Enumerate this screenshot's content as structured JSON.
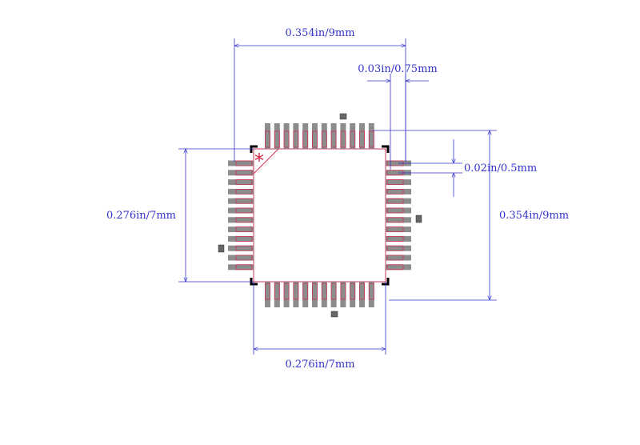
{
  "colors": {
    "dimension": "#3333cc",
    "pad_fill": "#8c8c8c",
    "pad_outline": "#cc3355",
    "body_outline": "#cc3355",
    "corner_mark": "#000000",
    "pin1_marker": "#cc2244"
  },
  "dimensions": {
    "top_width": "0.354in/9mm",
    "pad_width": "0.03in/0.75mm",
    "pitch": "0.02in/0.5mm",
    "right_height": "0.354in/9mm",
    "left_height": "0.276in/7mm",
    "bottom_width": "0.276in/7mm"
  },
  "package": {
    "pins_per_side": 12,
    "pin1_marker": "*"
  }
}
